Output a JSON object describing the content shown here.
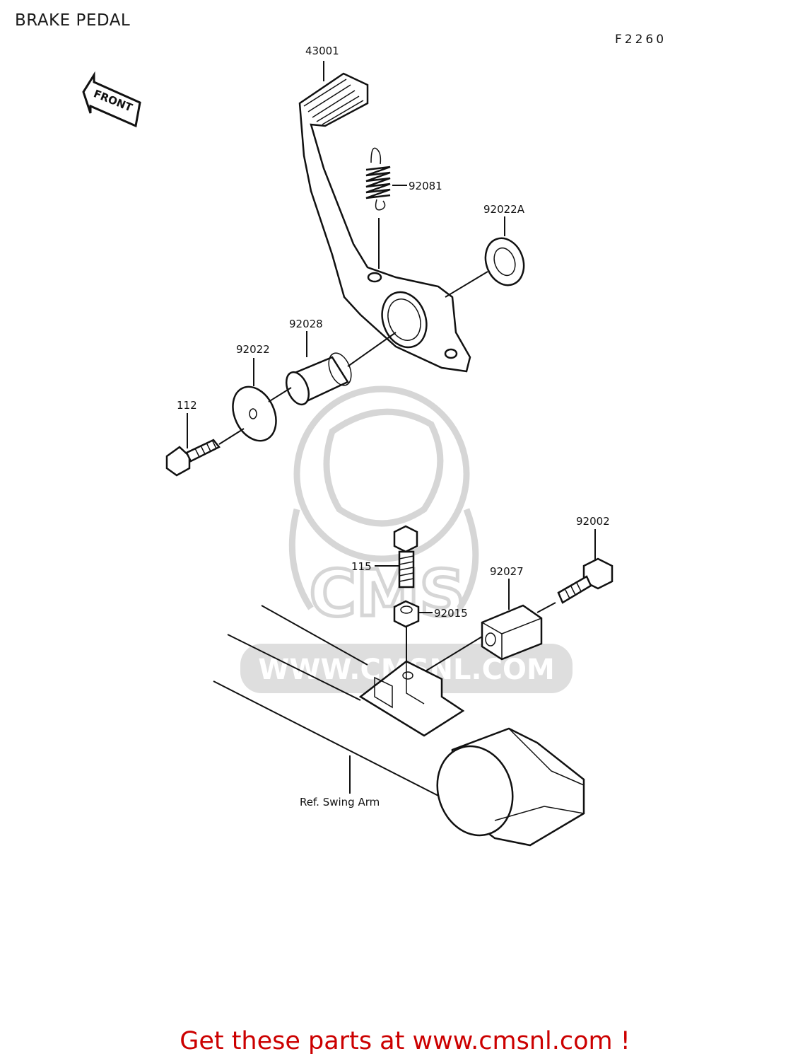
{
  "page": {
    "title": "BRAKE PEDAL",
    "figure_code": "F2260"
  },
  "front_arrow": "FRONT",
  "watermark": {
    "logo_text": "CMS",
    "url_text": "WWW.CMSNL.COM"
  },
  "callouts": {
    "pedal": "43001",
    "spring": "92081",
    "washer_a": "92022A",
    "collar": "92028",
    "washer": "92022",
    "bolt_112": "112",
    "bolt_92002": "92002",
    "block": "92027",
    "bolt_115": "115",
    "nut": "92015",
    "swing_arm": "Ref. Swing Arm"
  },
  "footer": {
    "cta": "Get these parts at www.cmsnl.com !"
  },
  "colors": {
    "cta_red": "#cc0000",
    "watermark_grey": "#d6d6d6",
    "line": "#111111"
  }
}
